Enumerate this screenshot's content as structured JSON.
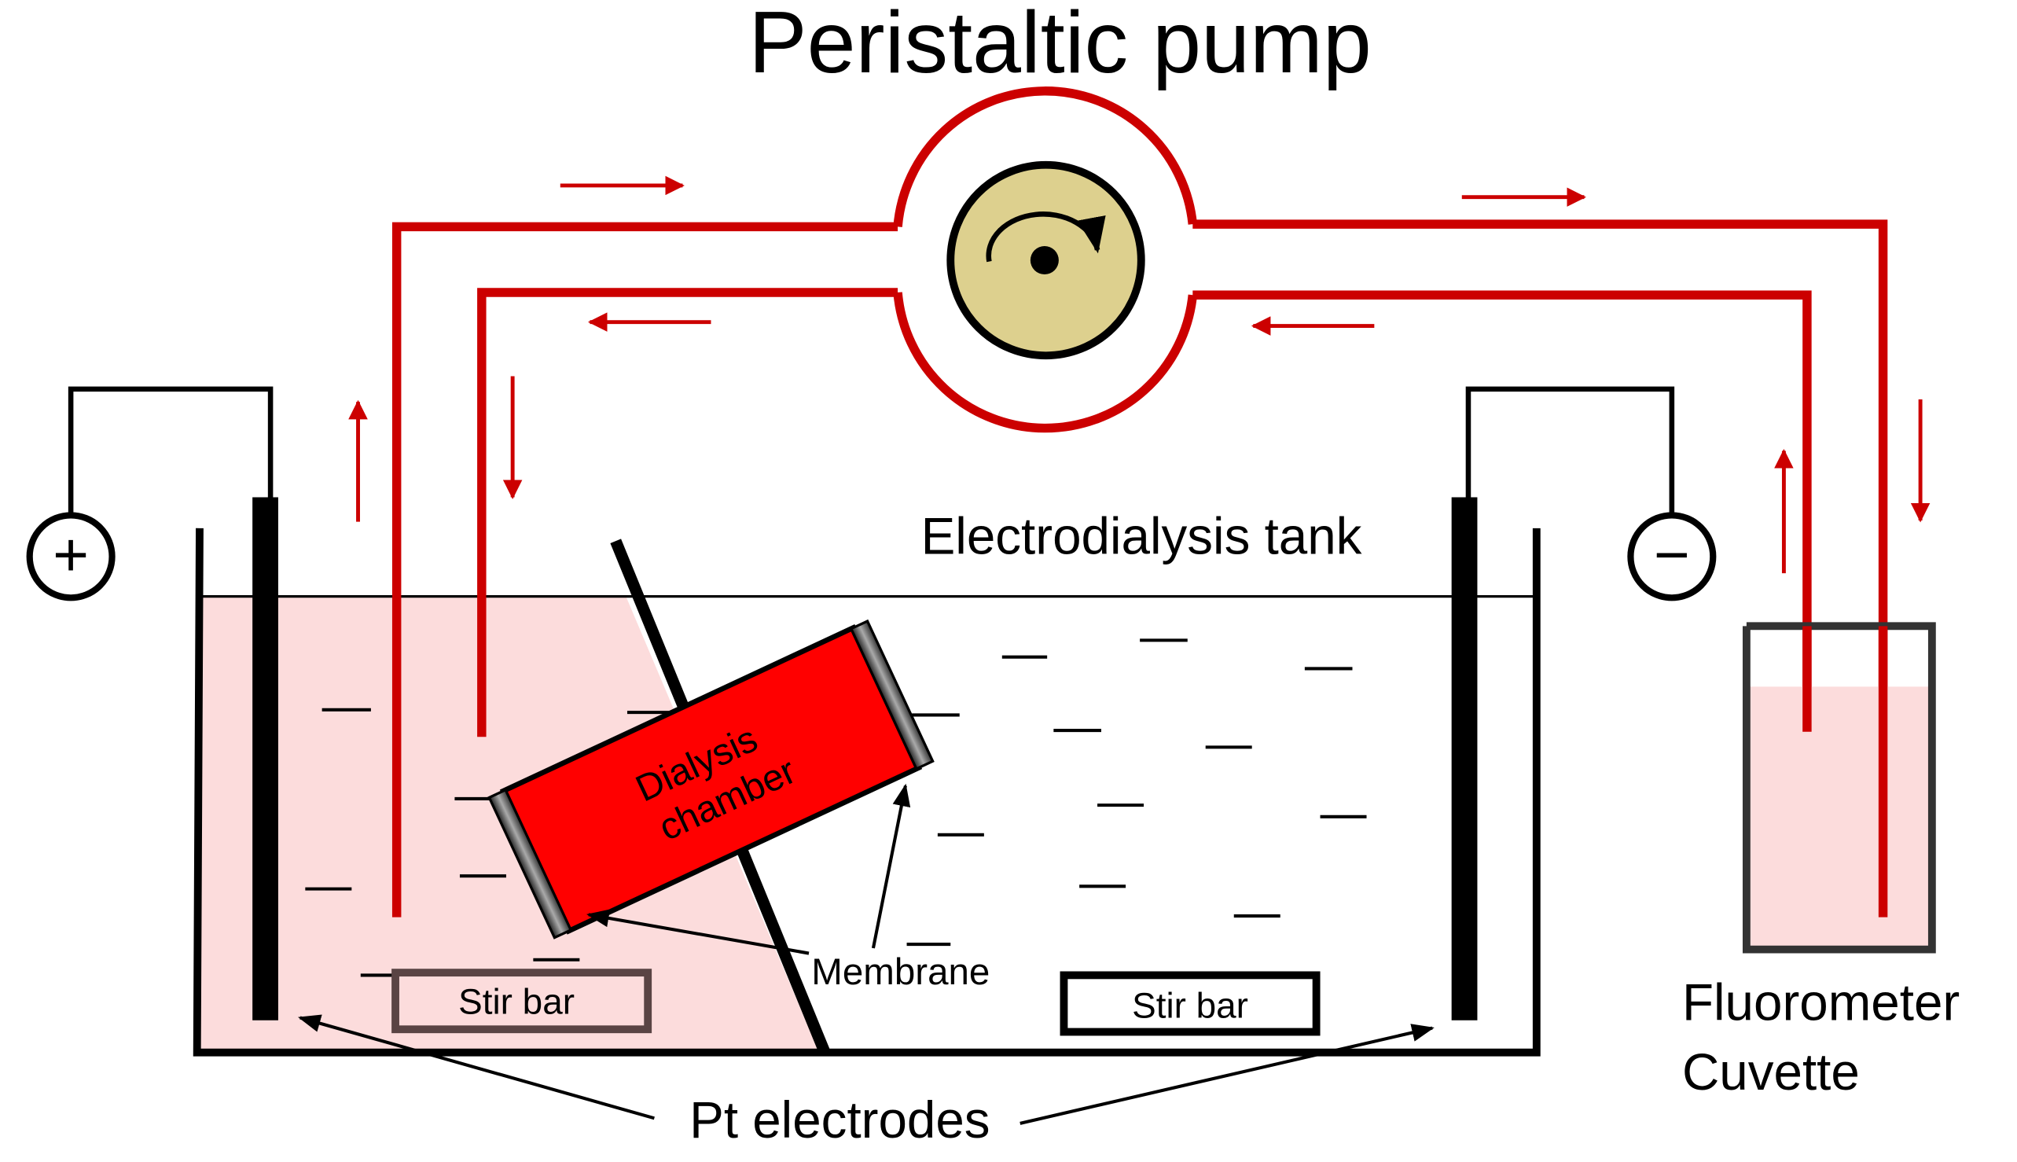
{
  "labels": {
    "pump": "Peristaltic pump",
    "tank": "Electrodialysis tank",
    "dialysis_line1": "Dialysis",
    "dialysis_line2": "chamber",
    "membrane": "Membrane",
    "stir_bar_left": "Stir bar",
    "stir_bar_right": "Stir bar",
    "pt_electrodes": "Pt electrodes",
    "cuvette_line1": "Fluorometer",
    "cuvette_line2": "Cuvette"
  },
  "terminals": {
    "positive": "+",
    "negative": "−"
  },
  "colors": {
    "tubing": "#cc0000",
    "solution_pink": "#fcdcdc",
    "dialysis_chamber": "#ff0000",
    "pump_rotor": "#ddd08e",
    "outline": "#000000"
  }
}
